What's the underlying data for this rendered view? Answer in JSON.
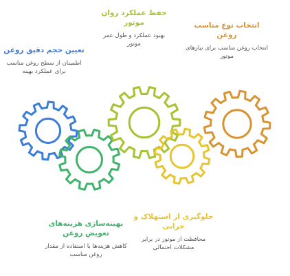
{
  "colors": {
    "blue": "#3B7DD8",
    "green": "#3FB36B",
    "olive": "#A6C331",
    "yellow": "#E6C530",
    "orange": "#D9922F"
  },
  "labels": {
    "sizing": {
      "title": "تعیین حجم دقیق روغن",
      "desc": "اطمینان از سطح روغن مناسب برای عملکرد بهینه"
    },
    "smooth": {
      "title": "حفظ عملکرد روان موتور",
      "desc": "بهبود عملکرد و طول عمر موتور"
    },
    "select": {
      "title": "انتخاب نوع مناسب روغن",
      "desc": "انتخاب روغن مناسب برای نیازهای موتور"
    },
    "cost": {
      "title": "بهینه‌سازی هزینه‌های تعویض روغن",
      "desc": "کاهش هزینه‌ها با استفاده از مقدار روغن مناسب"
    },
    "prevent": {
      "title": "جلوگیری از استهلاک و خرابی",
      "desc": "محافظت از موتور در برابر مشکلات احتمالی"
    }
  }
}
